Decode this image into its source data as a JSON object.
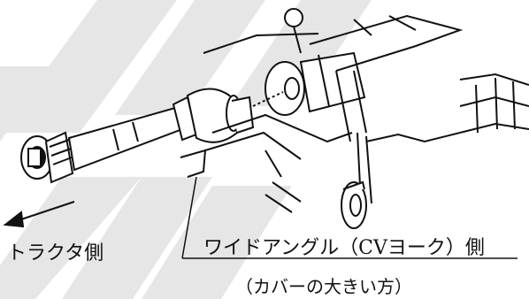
{
  "labels": {
    "tractor_side": "トラクタ側",
    "wide_angle_side": "ワイドアングル（CVヨーク）側",
    "cover_note": "（カバーの大きい方）"
  },
  "colors": {
    "background": "#ffffff",
    "ink": "#111111",
    "watermark": "#e6e6e6"
  },
  "icons": {
    "direction_arrow": "left-arrow-icon"
  }
}
